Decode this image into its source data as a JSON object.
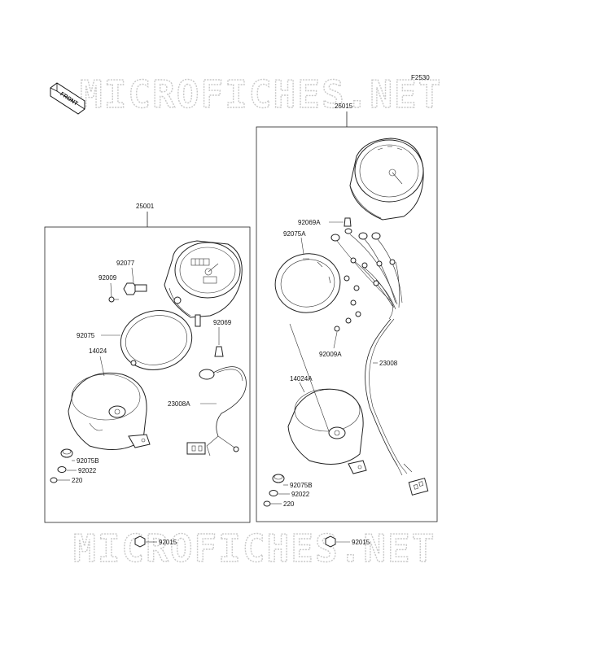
{
  "figure_code": "F2530",
  "front_label": "FRONT",
  "watermark": "MICROFICHES.NET",
  "assemblies": {
    "left": {
      "number": "25001"
    },
    "right": {
      "number": "25015"
    }
  },
  "parts": {
    "p92077": "92077",
    "p92009": "92009",
    "p92075": "92075",
    "p92069": "92069",
    "p14024": "14024",
    "p23008A": "23008A",
    "p92075B_l": "92075B",
    "p92022_l": "92022",
    "p220_l": "220",
    "p92015_l": "92015",
    "p92069A": "92069A",
    "p92075A": "92075A",
    "p92009A": "92009A",
    "p23008": "23008",
    "p14024A": "14024A",
    "p92075B_r": "92075B",
    "p92022_r": "92022",
    "p220_r": "220",
    "p92015_r": "92015"
  }
}
